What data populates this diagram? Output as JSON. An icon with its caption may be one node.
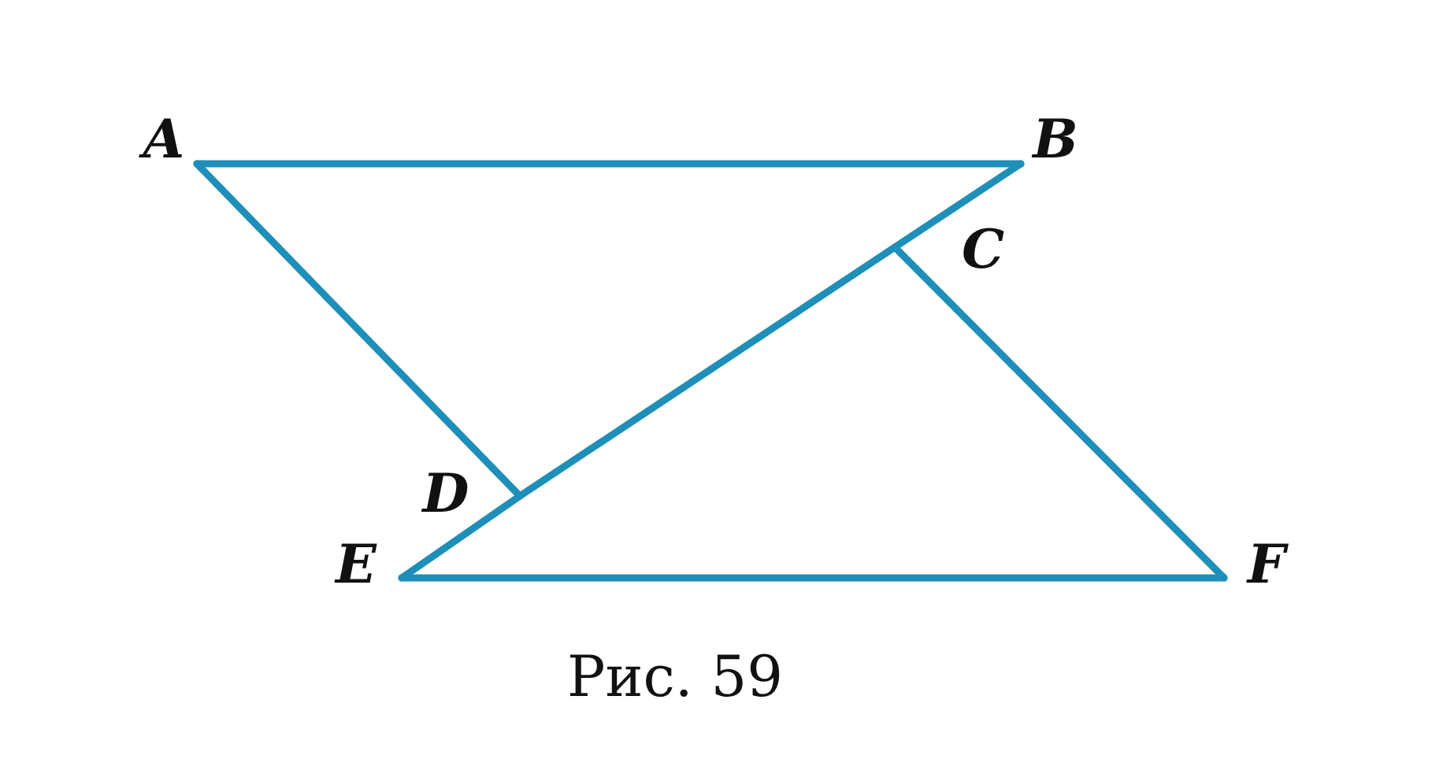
{
  "diagram": {
    "caption": "Рис. 59",
    "nodes": [
      {
        "text": [
          "A"
        ]
      },
      {
        "text": [
          "B"
        ]
      },
      {
        "text": [
          "C"
        ]
      },
      {
        "text": [
          "D"
        ]
      },
      {
        "text": [
          "E"
        ]
      },
      {
        "text": [
          "F"
        ]
      }
    ],
    "edges": [
      {
        "from": 0,
        "to": 1,
        "arrow": "none"
      },
      {
        "from": 0,
        "to": 3,
        "arrow": "none"
      },
      {
        "from": 1,
        "to": 2,
        "arrow": "none"
      },
      {
        "from": 2,
        "to": 3,
        "arrow": "none"
      },
      {
        "from": 3,
        "to": 4,
        "arrow": "none"
      },
      {
        "from": 2,
        "to": 5,
        "arrow": "none"
      },
      {
        "from": 4,
        "to": 5,
        "arrow": "none"
      }
    ]
  }
}
